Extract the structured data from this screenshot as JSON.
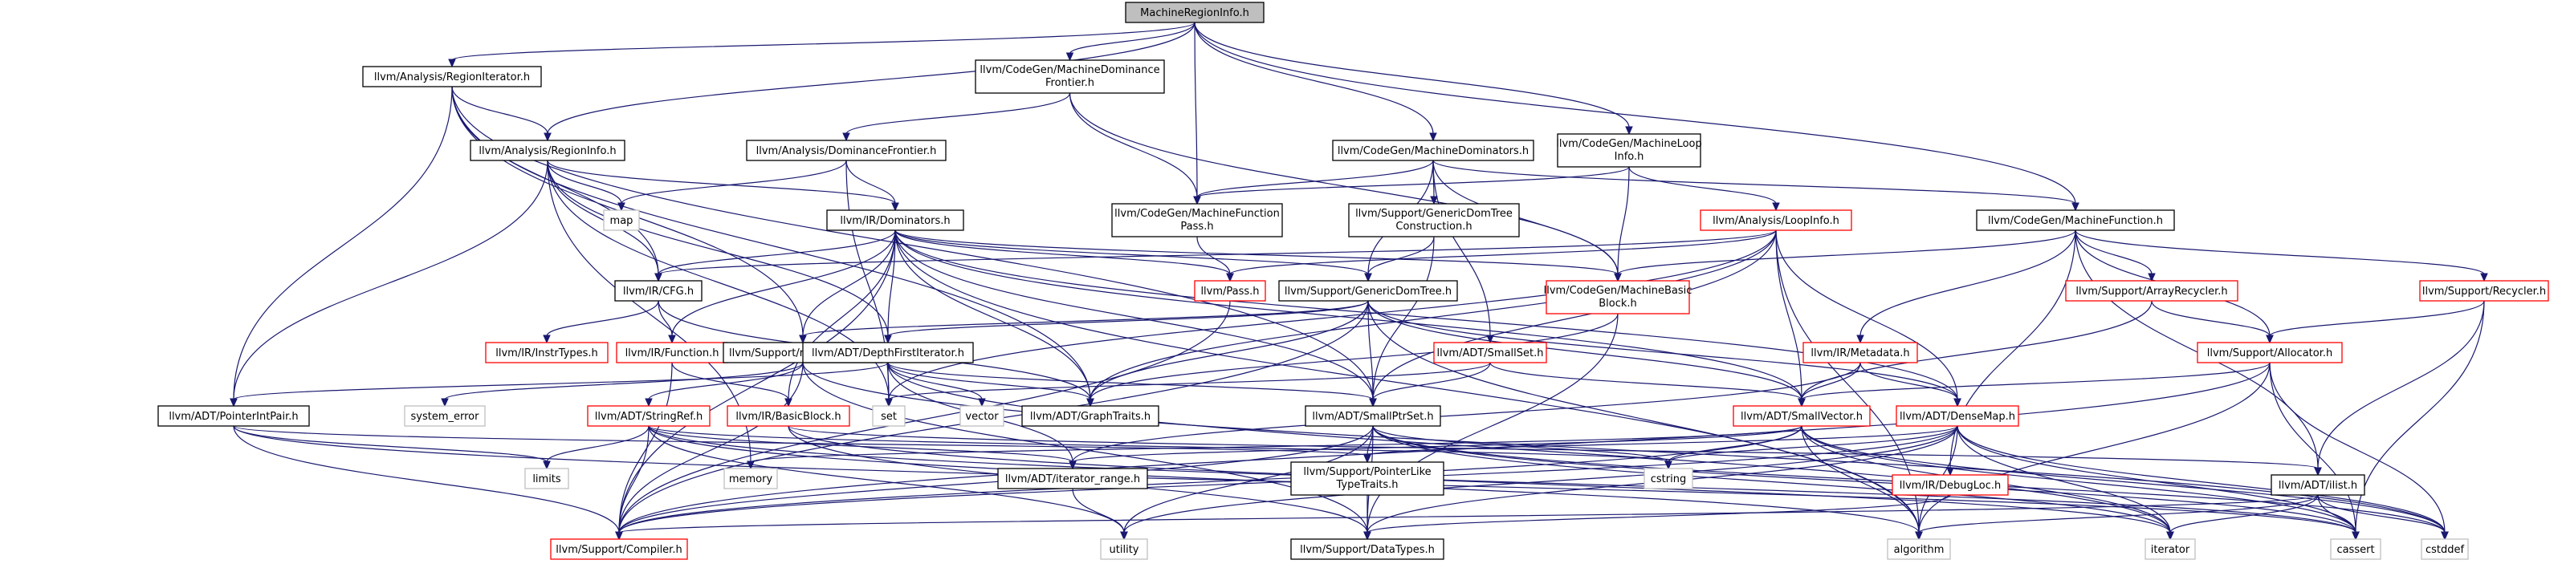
{
  "diagram": {
    "colors": {
      "edge": "#191970",
      "root_fill": "#bfbfbf",
      "root_stroke": "#000000",
      "node_fill": "#ffffff",
      "linked_stroke": "#000000",
      "unlinked_stroke": "#bfbfbf",
      "red_stroke": "#ff0000"
    },
    "nodes": [
      {
        "id": "root",
        "lines": [
          "MachineRegionInfo.h"
        ],
        "style": "root"
      },
      {
        "id": "regioniterator",
        "lines": [
          "llvm/Analysis/RegionIterator.h"
        ],
        "style": "black"
      },
      {
        "id": "mdf",
        "lines": [
          "llvm/CodeGen/MachineDominance",
          "Frontier.h"
        ],
        "style": "black"
      },
      {
        "id": "regioninfo",
        "lines": [
          "llvm/Analysis/RegionInfo.h"
        ],
        "style": "black"
      },
      {
        "id": "domfrontier",
        "lines": [
          "llvm/Analysis/DominanceFrontier.h"
        ],
        "style": "black"
      },
      {
        "id": "machinedominators",
        "lines": [
          "llvm/CodeGen/MachineDominators.h"
        ],
        "style": "black"
      },
      {
        "id": "machineloopinfo",
        "lines": [
          "llvm/CodeGen/MachineLoop",
          "Info.h"
        ],
        "style": "black"
      },
      {
        "id": "map",
        "lines": [
          "map"
        ],
        "style": "gray"
      },
      {
        "id": "dominators",
        "lines": [
          "llvm/IR/Dominators.h"
        ],
        "style": "black"
      },
      {
        "id": "mfpass",
        "lines": [
          "llvm/CodeGen/MachineFunction",
          "Pass.h"
        ],
        "style": "black"
      },
      {
        "id": "gdtc",
        "lines": [
          "llvm/Support/GenericDomTree",
          "Construction.h"
        ],
        "style": "black"
      },
      {
        "id": "loopinfo",
        "lines": [
          "llvm/Analysis/LoopInfo.h"
        ],
        "style": "red"
      },
      {
        "id": "machinefunction",
        "lines": [
          "llvm/CodeGen/MachineFunction.h"
        ],
        "style": "black"
      },
      {
        "id": "cfg",
        "lines": [
          "llvm/IR/CFG.h"
        ],
        "style": "black"
      },
      {
        "id": "pass",
        "lines": [
          "llvm/Pass.h"
        ],
        "style": "red"
      },
      {
        "id": "gdt",
        "lines": [
          "llvm/Support/GenericDomTree.h"
        ],
        "style": "black"
      },
      {
        "id": "mbb",
        "lines": [
          "llvm/CodeGen/MachineBasic",
          "Block.h"
        ],
        "style": "red"
      },
      {
        "id": "arrayrecycler",
        "lines": [
          "llvm/Support/ArrayRecycler.h"
        ],
        "style": "red"
      },
      {
        "id": "recycler",
        "lines": [
          "llvm/Support/Recycler.h"
        ],
        "style": "red"
      },
      {
        "id": "instrtypes",
        "lines": [
          "llvm/IR/InstrTypes.h"
        ],
        "style": "red"
      },
      {
        "id": "function",
        "lines": [
          "llvm/IR/Function.h"
        ],
        "style": "red"
      },
      {
        "id": "rawostream",
        "lines": [
          "llvm/Support/raw_ostream.h"
        ],
        "style": "black"
      },
      {
        "id": "dfi",
        "lines": [
          "llvm/ADT/DepthFirstIterator.h"
        ],
        "style": "black"
      },
      {
        "id": "smallset",
        "lines": [
          "llvm/ADT/SmallSet.h"
        ],
        "style": "red"
      },
      {
        "id": "metadata",
        "lines": [
          "llvm/IR/Metadata.h"
        ],
        "style": "red"
      },
      {
        "id": "allocator",
        "lines": [
          "llvm/Support/Allocator.h"
        ],
        "style": "red"
      },
      {
        "id": "systemerror",
        "lines": [
          "system_error"
        ],
        "style": "gray"
      },
      {
        "id": "pointerintpair",
        "lines": [
          "llvm/ADT/PointerIntPair.h"
        ],
        "style": "black"
      },
      {
        "id": "stringref",
        "lines": [
          "llvm/ADT/StringRef.h"
        ],
        "style": "red"
      },
      {
        "id": "basicblock",
        "lines": [
          "llvm/IR/BasicBlock.h"
        ],
        "style": "red"
      },
      {
        "id": "set",
        "lines": [
          "set"
        ],
        "style": "gray"
      },
      {
        "id": "vector",
        "lines": [
          "vector"
        ],
        "style": "gray"
      },
      {
        "id": "graphtraits",
        "lines": [
          "llvm/ADT/GraphTraits.h"
        ],
        "style": "black"
      },
      {
        "id": "smallptrset",
        "lines": [
          "llvm/ADT/SmallPtrSet.h"
        ],
        "style": "black"
      },
      {
        "id": "smallvector",
        "lines": [
          "llvm/ADT/SmallVector.h"
        ],
        "style": "red"
      },
      {
        "id": "densemap",
        "lines": [
          "llvm/ADT/DenseMap.h"
        ],
        "style": "red"
      },
      {
        "id": "limits",
        "lines": [
          "limits"
        ],
        "style": "gray"
      },
      {
        "id": "memory",
        "lines": [
          "memory"
        ],
        "style": "gray"
      },
      {
        "id": "iteratorrange",
        "lines": [
          "llvm/ADT/iterator_range.h"
        ],
        "style": "black"
      },
      {
        "id": "pointerliketypetraits",
        "lines": [
          "llvm/Support/PointerLike",
          "TypeTraits.h"
        ],
        "style": "black"
      },
      {
        "id": "cstring",
        "lines": [
          "cstring"
        ],
        "style": "gray"
      },
      {
        "id": "debugloc",
        "lines": [
          "llvm/IR/DebugLoc.h"
        ],
        "style": "red"
      },
      {
        "id": "ilist",
        "lines": [
          "llvm/ADT/ilist.h"
        ],
        "style": "black"
      },
      {
        "id": "compiler",
        "lines": [
          "llvm/Support/Compiler.h"
        ],
        "style": "red"
      },
      {
        "id": "utility",
        "lines": [
          "utility"
        ],
        "style": "gray"
      },
      {
        "id": "datatypes",
        "lines": [
          "llvm/Support/DataTypes.h"
        ],
        "style": "black"
      },
      {
        "id": "algorithm",
        "lines": [
          "algorithm"
        ],
        "style": "gray"
      },
      {
        "id": "iterator",
        "lines": [
          "iterator"
        ],
        "style": "gray"
      },
      {
        "id": "cassert",
        "lines": [
          "cassert"
        ],
        "style": "gray"
      },
      {
        "id": "cstddef",
        "lines": [
          "cstddef"
        ],
        "style": "gray"
      }
    ],
    "edges": [
      [
        "root",
        "regioniterator"
      ],
      [
        "root",
        "mdf"
      ],
      [
        "root",
        "regioninfo"
      ],
      [
        "root",
        "mfpass"
      ],
      [
        "root",
        "machinedominators"
      ],
      [
        "root",
        "machineloopinfo"
      ],
      [
        "root",
        "machinefunction"
      ],
      [
        "regioniterator",
        "regioninfo"
      ],
      [
        "regioniterator",
        "cfg"
      ],
      [
        "regioniterator",
        "pointerintpair"
      ],
      [
        "regioniterator",
        "rawostream"
      ],
      [
        "regioniterator",
        "graphtraits"
      ],
      [
        "regioniterator",
        "smallptrset"
      ],
      [
        "mdf",
        "domfrontier"
      ],
      [
        "mdf",
        "mfpass"
      ],
      [
        "mdf",
        "mbb"
      ],
      [
        "regioninfo",
        "map"
      ],
      [
        "regioninfo",
        "dominators"
      ],
      [
        "regioninfo",
        "cfg"
      ],
      [
        "regioninfo",
        "pointerintpair"
      ],
      [
        "regioninfo",
        "dfi"
      ],
      [
        "regioninfo",
        "memory"
      ],
      [
        "regioninfo",
        "set"
      ],
      [
        "domfrontier",
        "map"
      ],
      [
        "domfrontier",
        "dominators"
      ],
      [
        "domfrontier",
        "set"
      ],
      [
        "machinedominators",
        "mfpass"
      ],
      [
        "machinedominators",
        "gdtc"
      ],
      [
        "machinedominators",
        "gdt"
      ],
      [
        "machinedominators",
        "mbb"
      ],
      [
        "machinedominators",
        "smallset"
      ],
      [
        "machinedominators",
        "machinefunction"
      ],
      [
        "machineloopinfo",
        "loopinfo"
      ],
      [
        "machineloopinfo",
        "mfpass"
      ],
      [
        "machineloopinfo",
        "mbb"
      ],
      [
        "dominators",
        "cfg"
      ],
      [
        "dominators",
        "pass"
      ],
      [
        "dominators",
        "gdt"
      ],
      [
        "dominators",
        "function"
      ],
      [
        "dominators",
        "rawostream"
      ],
      [
        "dominators",
        "dfi"
      ],
      [
        "dominators",
        "basicblock"
      ],
      [
        "dominators",
        "graphtraits"
      ],
      [
        "dominators",
        "smallptrset"
      ],
      [
        "dominators",
        "smallvector"
      ],
      [
        "dominators",
        "densemap"
      ],
      [
        "dominators",
        "compiler"
      ],
      [
        "dominators",
        "algorithm"
      ],
      [
        "dominators",
        "mbb"
      ],
      [
        "mfpass",
        "pass"
      ],
      [
        "gdtc",
        "gdt"
      ],
      [
        "gdtc",
        "smallptrset"
      ],
      [
        "loopinfo",
        "cfg"
      ],
      [
        "loopinfo",
        "pass"
      ],
      [
        "loopinfo",
        "graphtraits"
      ],
      [
        "loopinfo",
        "smallptrset"
      ],
      [
        "loopinfo",
        "smallvector"
      ],
      [
        "loopinfo",
        "densemap"
      ],
      [
        "loopinfo",
        "set"
      ],
      [
        "loopinfo",
        "algorithm"
      ],
      [
        "machinefunction",
        "mbb"
      ],
      [
        "machinefunction",
        "arrayrecycler"
      ],
      [
        "machinefunction",
        "recycler"
      ],
      [
        "machinefunction",
        "allocator"
      ],
      [
        "machinefunction",
        "metadata"
      ],
      [
        "machinefunction",
        "debugloc"
      ],
      [
        "machinefunction",
        "ilist"
      ],
      [
        "cfg",
        "function"
      ],
      [
        "cfg",
        "instrtypes"
      ],
      [
        "cfg",
        "graphtraits"
      ],
      [
        "pass",
        "compiler"
      ],
      [
        "gdt",
        "rawostream"
      ],
      [
        "gdt",
        "dfi"
      ],
      [
        "gdt",
        "graphtraits"
      ],
      [
        "gdt",
        "smallptrset"
      ],
      [
        "gdt",
        "smallvector"
      ],
      [
        "gdt",
        "densemap"
      ],
      [
        "gdt",
        "compiler"
      ],
      [
        "gdt",
        "algorithm"
      ],
      [
        "mbb",
        "graphtraits"
      ],
      [
        "mbb",
        "datatypes"
      ],
      [
        "arrayrecycler",
        "allocator"
      ],
      [
        "arrayrecycler",
        "smallvector"
      ],
      [
        "recycler",
        "allocator"
      ],
      [
        "recycler",
        "ilist"
      ],
      [
        "recycler",
        "cassert"
      ],
      [
        "function",
        "basicblock"
      ],
      [
        "function",
        "compiler"
      ],
      [
        "rawostream",
        "systemerror"
      ],
      [
        "rawostream",
        "stringref"
      ],
      [
        "rawostream",
        "compiler"
      ],
      [
        "rawostream",
        "datatypes"
      ],
      [
        "rawostream",
        "cstddef"
      ],
      [
        "dfi",
        "graphtraits"
      ],
      [
        "dfi",
        "pointerintpair"
      ],
      [
        "dfi",
        "smallptrset"
      ],
      [
        "dfi",
        "set"
      ],
      [
        "dfi",
        "vector"
      ],
      [
        "dfi",
        "iteratorrange"
      ],
      [
        "dfi",
        "iterator"
      ],
      [
        "smallset",
        "smallptrset"
      ],
      [
        "smallset",
        "smallvector"
      ],
      [
        "smallset",
        "set"
      ],
      [
        "metadata",
        "smallvector"
      ],
      [
        "metadata",
        "densemap"
      ],
      [
        "metadata",
        "iteratorrange"
      ],
      [
        "allocator",
        "smallvector"
      ],
      [
        "allocator",
        "compiler"
      ],
      [
        "allocator",
        "algorithm"
      ],
      [
        "allocator",
        "cassert"
      ],
      [
        "allocator",
        "cstddef"
      ],
      [
        "pointerintpair",
        "pointerliketypetraits"
      ],
      [
        "pointerintpair",
        "compiler"
      ],
      [
        "pointerintpair",
        "limits"
      ],
      [
        "pointerintpair",
        "cassert"
      ],
      [
        "stringref",
        "iteratorrange"
      ],
      [
        "stringref",
        "compiler"
      ],
      [
        "stringref",
        "limits"
      ],
      [
        "stringref",
        "algorithm"
      ],
      [
        "stringref",
        "utility"
      ],
      [
        "stringref",
        "cassert"
      ],
      [
        "stringref",
        "cstring"
      ],
      [
        "basicblock",
        "ilist"
      ],
      [
        "basicblock",
        "datatypes"
      ],
      [
        "basicblock",
        "iterator"
      ],
      [
        "smallptrset",
        "pointerliketypetraits"
      ],
      [
        "smallptrset",
        "compiler"
      ],
      [
        "smallptrset",
        "datatypes"
      ],
      [
        "smallptrset",
        "cassert"
      ],
      [
        "smallptrset",
        "cstddef"
      ],
      [
        "smallptrset",
        "cstring"
      ],
      [
        "smallptrset",
        "iterator"
      ],
      [
        "smallptrset",
        "utility"
      ],
      [
        "smallvector",
        "iteratorrange"
      ],
      [
        "smallvector",
        "compiler"
      ],
      [
        "smallvector",
        "algorithm"
      ],
      [
        "smallvector",
        "cassert"
      ],
      [
        "smallvector",
        "cstddef"
      ],
      [
        "smallvector",
        "cstring"
      ],
      [
        "smallvector",
        "iterator"
      ],
      [
        "smallvector",
        "memory"
      ],
      [
        "densemap",
        "pointerliketypetraits"
      ],
      [
        "densemap",
        "compiler"
      ],
      [
        "densemap",
        "datatypes"
      ],
      [
        "densemap",
        "algorithm"
      ],
      [
        "densemap",
        "cassert"
      ],
      [
        "densemap",
        "cstddef"
      ],
      [
        "densemap",
        "cstring"
      ],
      [
        "densemap",
        "iterator"
      ],
      [
        "densemap",
        "utility"
      ],
      [
        "iteratorrange",
        "utility"
      ],
      [
        "pointerliketypetraits",
        "datatypes"
      ],
      [
        "debugloc",
        "datatypes"
      ],
      [
        "ilist",
        "compiler"
      ],
      [
        "ilist",
        "algorithm"
      ],
      [
        "ilist",
        "cassert"
      ],
      [
        "ilist",
        "cstddef"
      ],
      [
        "ilist",
        "iterator"
      ]
    ]
  }
}
